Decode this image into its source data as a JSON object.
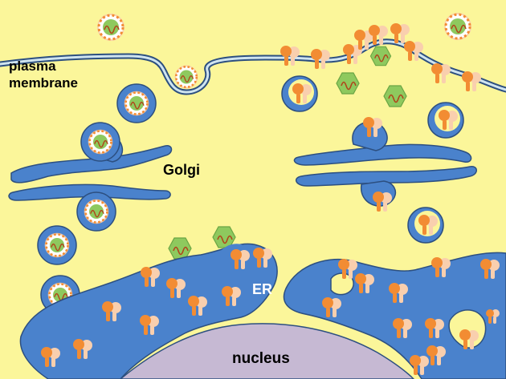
{
  "labels": {
    "plasma_membrane_line1": "plasma",
    "plasma_membrane_line2": "membrane",
    "golgi": "Golgi",
    "er": "ER",
    "nucleus": "nucleus"
  },
  "colors": {
    "cytoplasm": "#fbf69a",
    "organelle": "#4a82cc",
    "organelle_outline": "#2c4f80",
    "nucleus": "#c6b9d3",
    "vesicle": "#d7d7e8",
    "protein_orange": "#f28c33",
    "protein_peach": "#f9cfae",
    "hexagon": "#8ec95e",
    "rna_strand": "#b0451a"
  },
  "icons": [
    "budding-vesicle-icon",
    "membrane-protein-icon",
    "viral-particle-icon",
    "hexagon-capsid-icon",
    "rna-strand-icon"
  ]
}
